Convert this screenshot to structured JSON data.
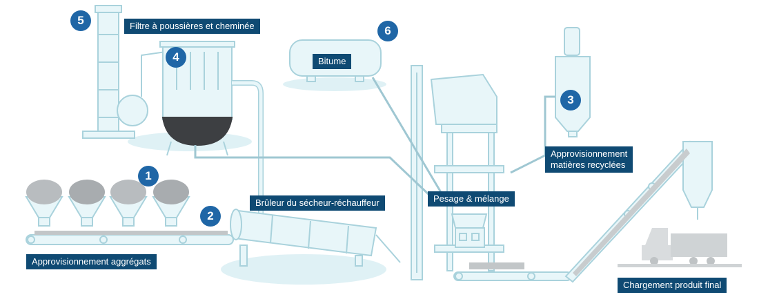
{
  "colors": {
    "line": "#a9d2dc",
    "fill": "#e8f6f9",
    "shadow": "#dff1f5",
    "label_bg": "#0f4a73",
    "badge": "#1f66a6",
    "dark_hopper": "#3d3f42",
    "truck": "#d9dcde"
  },
  "steps": [
    {
      "number": "1",
      "label": "Approvisionnement aggrégats"
    },
    {
      "number": "2",
      "label": "Brûleur du sécheur-réchauffeur"
    },
    {
      "number": "3",
      "label": "Approvisionnement\nmatières recyclées"
    },
    {
      "number": "4",
      "label": ""
    },
    {
      "number": "5",
      "label": "Filtre à poussières et cheminée"
    },
    {
      "number": "6",
      "label": "Bitume"
    }
  ],
  "mixing": {
    "label": "Pesage & mélange"
  },
  "output": {
    "label": "Chargement produit final"
  }
}
